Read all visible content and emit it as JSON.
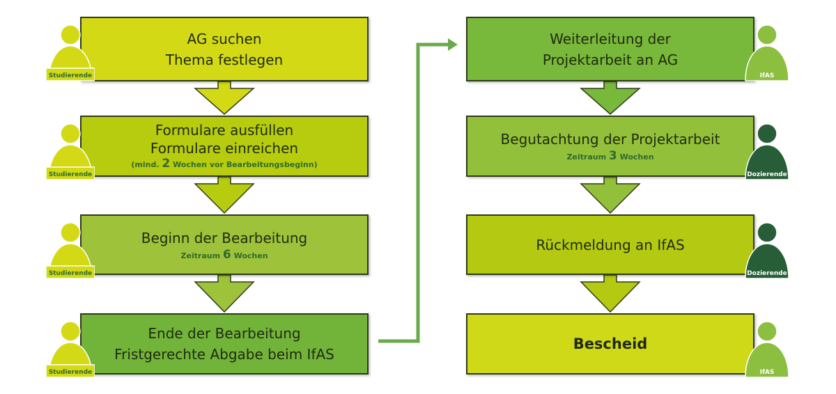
{
  "colors": {
    "box_l1": "#d3da15",
    "box_l2": "#b7cc0f",
    "box_l3": "#9ec23a",
    "box_l4": "#72b43a",
    "box_r1": "#78b83a",
    "box_r2": "#93c03a",
    "box_r3": "#b4ca12",
    "box_r4": "#d0d918",
    "connector": "#6aaa4f",
    "studierende": "#d3da15",
    "ifas": "#8cbf3f",
    "dozierende": "#285e37"
  },
  "left_column": [
    {
      "lines": [
        "AG suchen",
        "Thema festlegen"
      ],
      "actor": "Studierende"
    },
    {
      "lines": [
        "Formulare ausfüllen",
        "Formulare einreichen"
      ],
      "note": {
        "prefix": "(mind.",
        "number": "2",
        "suffix": "Wochen vor Bearbeitungsbeginn)"
      },
      "actor": "Studierende"
    },
    {
      "lines": [
        "Beginn der Bearbeitung"
      ],
      "note": {
        "prefix": "Zeitraum",
        "number": "6",
        "suffix": "Wochen"
      },
      "actor": "Studierende"
    },
    {
      "lines": [
        "Ende der Bearbeitung",
        "Fristgerechte Abgabe beim IfAS"
      ],
      "actor": "Studierende"
    }
  ],
  "right_column": [
    {
      "lines": [
        "Weiterleitung der",
        "Projektarbeit an AG"
      ],
      "actor": "IfAS"
    },
    {
      "lines": [
        "Begutachtung der Projektarbeit"
      ],
      "note": {
        "prefix": "Zeitraum",
        "number": "3",
        "suffix": "Wochen"
      },
      "actor": "Dozierende"
    },
    {
      "lines": [
        "Rückmeldung an IfAS"
      ],
      "actor": "Dozierende"
    },
    {
      "title": "Bescheid",
      "actor": "IfAS"
    }
  ]
}
